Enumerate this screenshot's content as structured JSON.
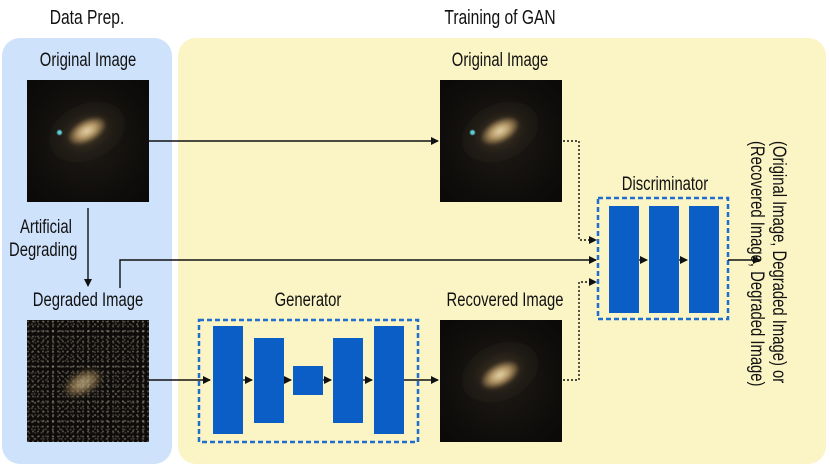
{
  "sections": {
    "data_prep_title": "Data Prep.",
    "training_title": "Training of GAN"
  },
  "labels": {
    "original_image_prep": "Original Image",
    "artificial_degrading_line1": "Artificial",
    "artificial_degrading_line2": "Degrading",
    "degraded_image": "Degraded Image",
    "original_image_gan": "Original Image",
    "recovered_image": "Recovered Image",
    "generator": "Generator",
    "discriminator": "Discriminator",
    "output_line1": "(Original Image, Degraded Image) or",
    "output_line2": "(Recovered Image, Degraded Image)"
  },
  "colors": {
    "prep_panel": "#cfe2fb",
    "gan_panel": "#fbf4c4",
    "block": "#0b5ec6",
    "dashed_border": "#1f6fd1",
    "arrow": "#111111"
  }
}
